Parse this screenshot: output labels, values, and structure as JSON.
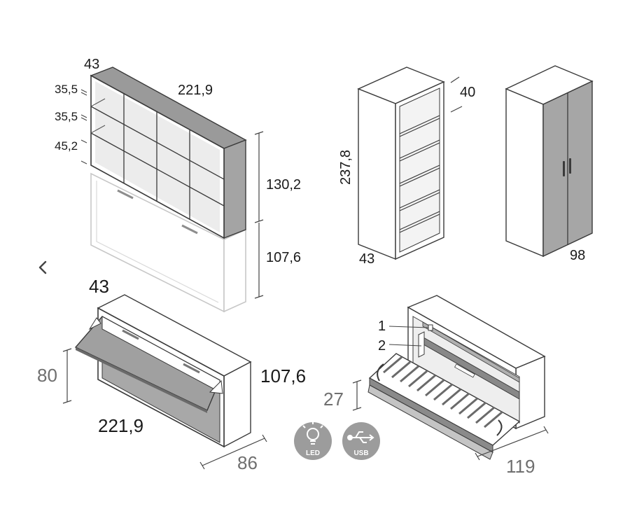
{
  "nav": {
    "back_icon": "chevron-left-icon"
  },
  "shelf_bed_unit": {
    "depth": "43",
    "width": "221,9",
    "row_heights": [
      "35,5",
      "35,5",
      "45,2"
    ],
    "upper_height": "130,2",
    "lower_height": "107,6"
  },
  "bookcase": {
    "height": "237,8",
    "depth": "40",
    "width": "43"
  },
  "wardrobe": {
    "width": "98"
  },
  "open_bed_unit": {
    "depth": "43",
    "open_height": "80",
    "height": "107,6",
    "width": "221,9",
    "open_depth": "86"
  },
  "bed_detail": {
    "callouts": [
      "1",
      "2"
    ],
    "clearance": "27",
    "open_depth": "119"
  },
  "features": [
    {
      "icon": "led-lamp-icon",
      "label": "LED"
    },
    {
      "icon": "usb-icon",
      "label": "USB"
    }
  ],
  "colors": {
    "panel_grey": "#9a9a9a",
    "panel_light": "#d9d9d9",
    "line": "#3a3a3a",
    "badge": "#9c9c9c"
  }
}
